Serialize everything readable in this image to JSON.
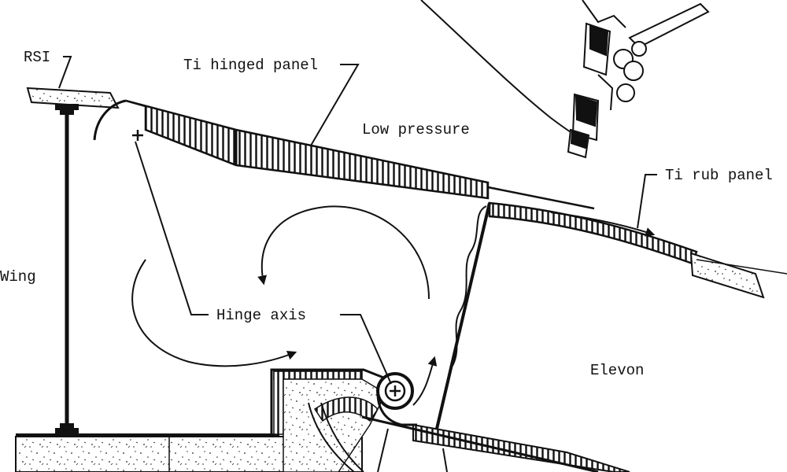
{
  "labels": {
    "rsi": "RSI",
    "ti_hinged_panel": "Ti hinged panel",
    "low_pressure": "Low pressure",
    "ti_rub_panel": "Ti rub panel",
    "wing": "Wing",
    "hinge_axis": "Hinge axis",
    "elevon": "Elevon"
  }
}
